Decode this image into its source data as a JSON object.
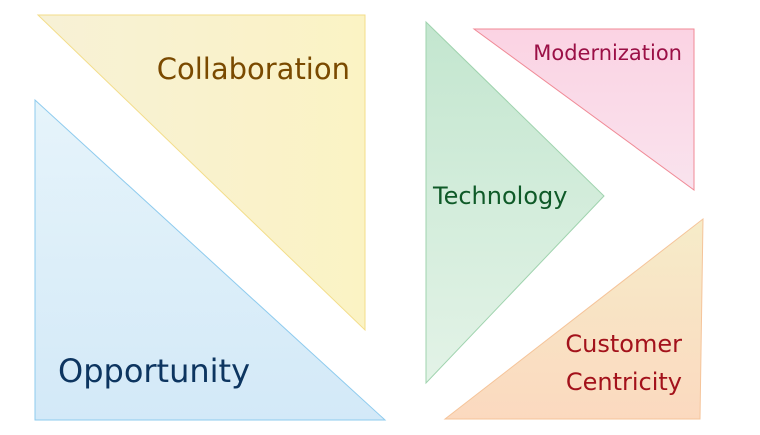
{
  "segments": [
    {
      "label": "Collaboration",
      "text_color": "#7a4a00",
      "fill_from": "#f7f1d6",
      "fill_to": "#fbf3c4",
      "stroke": "#f3dd8a"
    },
    {
      "label": "Opportunity",
      "text_color": "#0d3560",
      "fill_from": "#e6f4fa",
      "fill_to": "#d3e9f8",
      "stroke": "#8ecbee"
    },
    {
      "label": "Technology",
      "text_color": "#0f5a28",
      "fill_from": "#c3e6cf",
      "fill_to": "#e3f3e7",
      "stroke": "#9fd3ae"
    },
    {
      "label": "Modernization",
      "text_color": "#9b1046",
      "fill_from": "#fbd3e3",
      "fill_to": "#f9e3ee",
      "stroke": "#f08a96"
    },
    {
      "label_line1": "Customer",
      "label_line2": "Centricity",
      "text_color": "#a3121b",
      "fill_from": "#f6ecc9",
      "fill_to": "#fbd9bf",
      "stroke": "#f5c49a"
    }
  ]
}
